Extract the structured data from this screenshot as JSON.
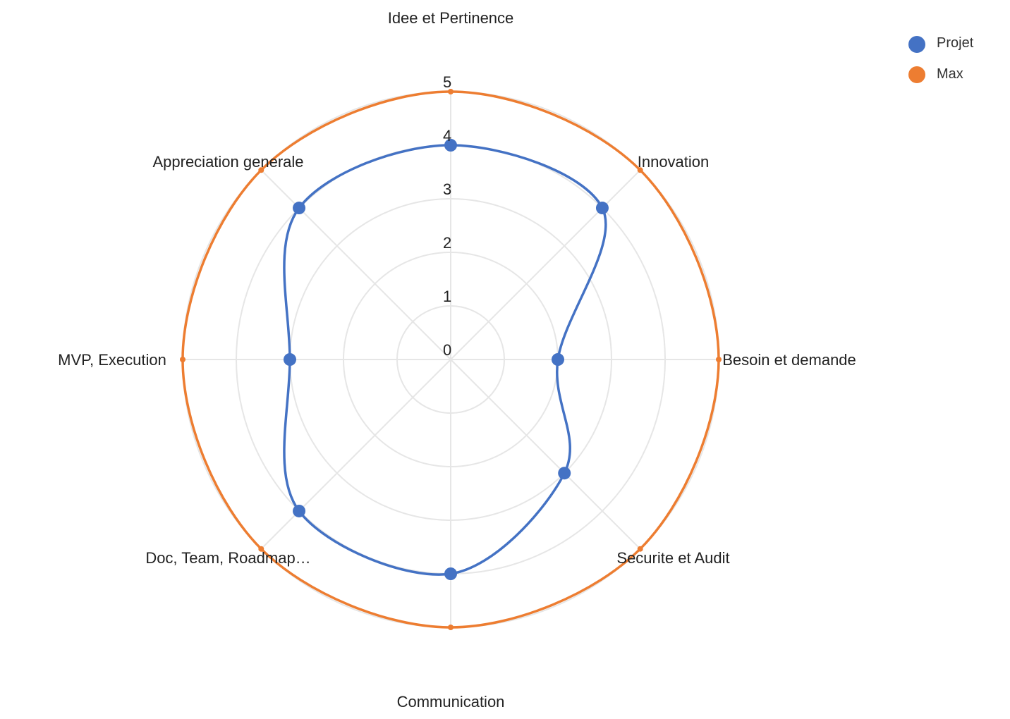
{
  "chart_data": {
    "type": "radar",
    "axes": [
      "Idee et Pertinence",
      "Innovation",
      "Besoin et demande",
      "Securite et Audit",
      "Communication",
      "Doc, Team, Roadmap…",
      "MVP, Execution",
      "Appreciation generale"
    ],
    "r_ticks": [
      "0",
      "1",
      "2",
      "3",
      "4",
      "5"
    ],
    "rlim": [
      0,
      5
    ],
    "grid": true,
    "legend_position": "top-right",
    "series": [
      {
        "name": "Projet",
        "color": "#4472c4",
        "values": [
          4,
          4,
          2,
          3,
          4,
          4,
          3,
          4
        ]
      },
      {
        "name": "Max",
        "color": "#ed7d31",
        "values": [
          5,
          5,
          5,
          5,
          5,
          5,
          5,
          5
        ]
      }
    ]
  }
}
